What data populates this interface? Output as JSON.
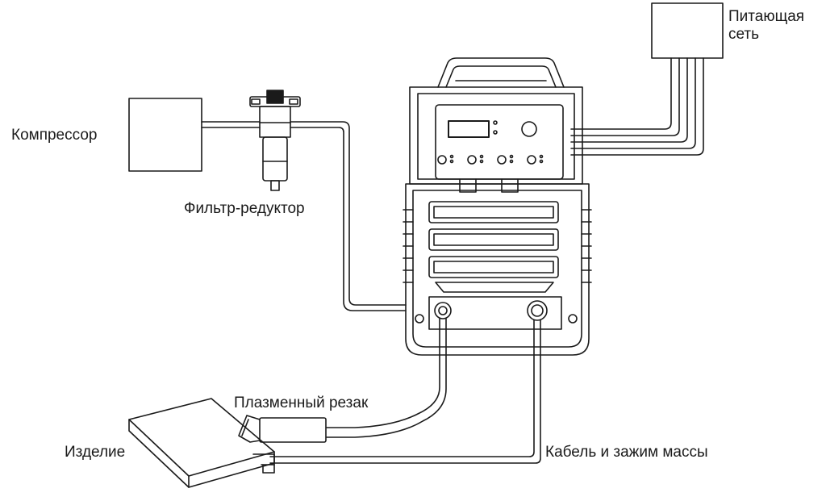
{
  "labels": {
    "compressor": "Компрессор",
    "filter_regulator": "Фильтр-редуктор",
    "power_supply_line1": "Питающая",
    "power_supply_line2": "сеть",
    "plasma_torch": "Плазменный резак",
    "workpiece": "Изделие",
    "ground_cable": "Кабель и зажим массы"
  },
  "colors": {
    "line": "#1a1a1a",
    "background": "#ffffff"
  }
}
